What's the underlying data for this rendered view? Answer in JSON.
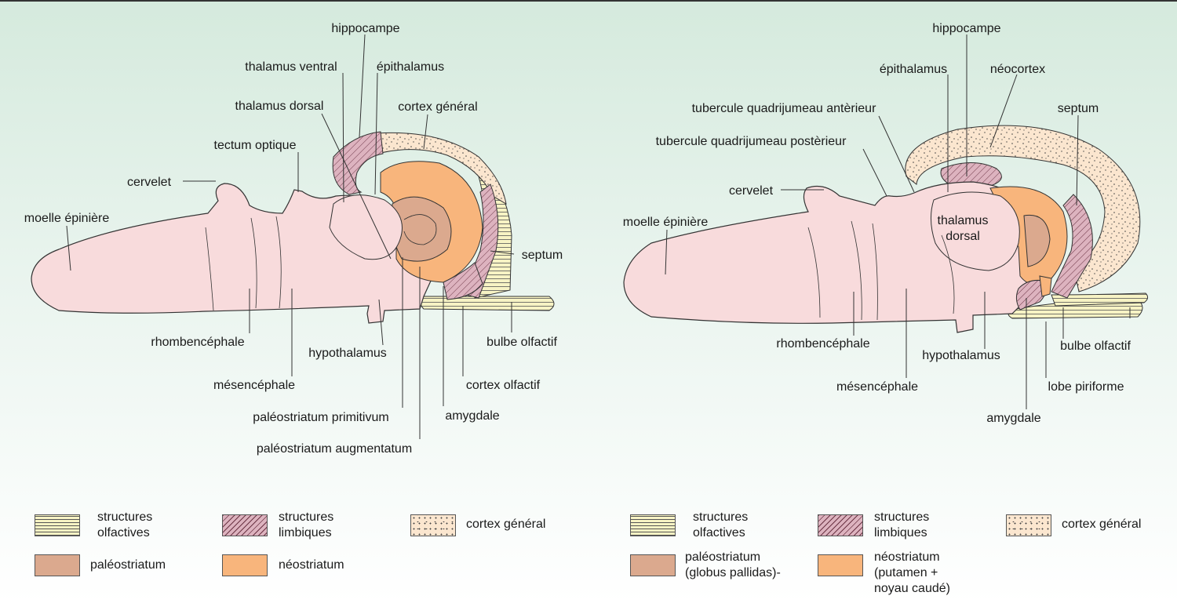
{
  "colors": {
    "brain": "#f8dbdc",
    "olfactory": "#f7f3c4",
    "limbic": "#ddb3bf",
    "cortex_general": "#fbe6cf",
    "paleostriatum": "#dba98e",
    "neostriatum": "#f8b57c"
  },
  "left": {
    "labels": {
      "hippocampe": "hippocampe",
      "thalamus_ventral": "thalamus ventral",
      "epithalamus": "épithalamus",
      "thalamus_dorsal": "thalamus dorsal",
      "cortex_general": "cortex général",
      "tectum_optique": "tectum optique",
      "cervelet": "cervelet",
      "moelle": "moelle épinière",
      "septum": "septum",
      "rhombencephale": "rhombencéphale",
      "hypothalamus": "hypothalamus",
      "bulbe_olfactif": "bulbe olfactif",
      "mesencephale": "mésencéphale",
      "cortex_olfactif": "cortex olfactif",
      "paleo_primitivum": "paléostriatum primitivum",
      "amygdale": "amygdale",
      "paleo_augmentatum": "paléostriatum augmentatum"
    },
    "legend": {
      "olfactives": "structures\nolfactives",
      "limbiques": "structures\nlimbiques",
      "cortex": "cortex général",
      "paleo": "paléostriatum",
      "neo": "néostriatum"
    }
  },
  "right": {
    "labels": {
      "hippocampe": "hippocampe",
      "epithalamus": "épithalamus",
      "neocortex": "néocortex",
      "tq_anterieur": "tubercule quadrijumeau antèrieur",
      "septum": "septum",
      "tq_posterieur": "tubercule quadrijumeau postèrieur",
      "cervelet": "cervelet",
      "thalamus": "thalamus",
      "dorsal": "dorsal",
      "moelle": "moelle épinière",
      "rhombencephale": "rhombencéphale",
      "hypothalamus": "hypothalamus",
      "bulbe_olfactif": "bulbe olfactif",
      "mesencephale": "mésencéphale",
      "lobe_piriforme": "lobe piriforme",
      "amygdale": "amygdale"
    },
    "legend": {
      "olfactives": "structures\nolfactives",
      "limbiques": "structures\nlimbiques",
      "cortex": "cortex général",
      "paleo": "paléostriatum\n(globus pallidas)-",
      "neo": "néostriatum\n(putamen +\nnoyau caudé)"
    }
  }
}
